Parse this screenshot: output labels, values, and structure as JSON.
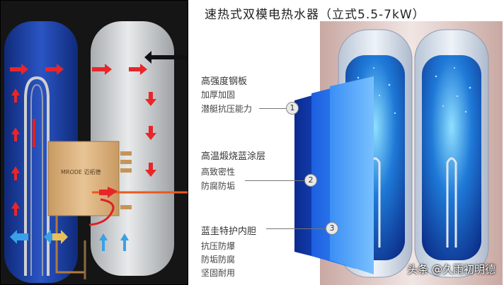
{
  "title": "速热式双模电热水器（立式5.5-7kW）",
  "device_brand": "MRODE 迈拓德",
  "layers": [
    {
      "number": "1",
      "heading": "高强度钢板",
      "details": [
        "加厚加固",
        "潜艇抗压能力"
      ]
    },
    {
      "number": "2",
      "heading": "高温煅烧蓝涂层",
      "details": [
        "高致密性",
        "防腐防垢"
      ]
    },
    {
      "number": "3",
      "heading": "蓝圭特护内胆",
      "details": [
        "抗压防爆",
        "防垢防腐",
        "坚固耐用"
      ]
    }
  ],
  "watermark": "头条 @久雨初明德",
  "colors": {
    "tank_blue": "#1d3f9a",
    "tank_gray": "#c9ccce",
    "hot_arrow": "#e8262a",
    "cold_arrow": "#3aa0e8",
    "pipe": "#e85a1c"
  }
}
